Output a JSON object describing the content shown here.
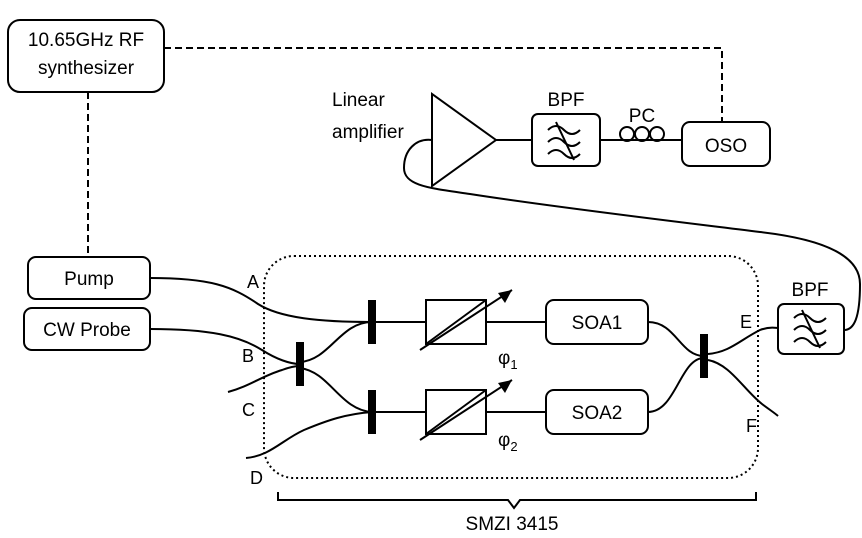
{
  "rf_synthesizer": {
    "line1": "10.65GHz RF",
    "line2": "synthesizer"
  },
  "linear_amplifier": {
    "line1": "Linear",
    "line2": "amplifier"
  },
  "bpf_top": {
    "label": "BPF"
  },
  "pc": {
    "label": "PC"
  },
  "oso": {
    "label": "OSO"
  },
  "pump": {
    "label": "Pump"
  },
  "cw_probe": {
    "label": "CW Probe"
  },
  "bpf_right": {
    "label": "BPF"
  },
  "ports": {
    "a": "A",
    "b": "B",
    "c": "C",
    "d": "D",
    "e": "E",
    "f": "F"
  },
  "soa1": {
    "label": "SOA1"
  },
  "soa2": {
    "label": "SOA2"
  },
  "phase1": {
    "symbol": "φ",
    "sub": "1"
  },
  "phase2": {
    "symbol": "φ",
    "sub": "2"
  },
  "smzi": {
    "label": "SMZI 3415"
  }
}
